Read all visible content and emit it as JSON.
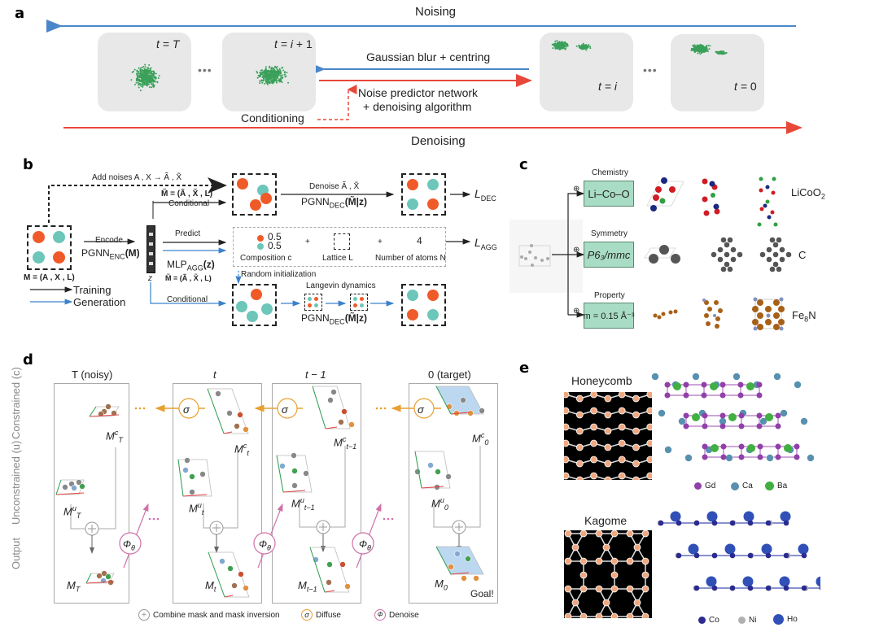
{
  "panels": {
    "a": {
      "label": "a",
      "noising": "Noising",
      "denoising": "Denoising",
      "states": [
        {
          "t_prefix": "t = ",
          "t_var": "T",
          "t_suffix": ""
        },
        {
          "t_prefix": "t = ",
          "t_var": "i",
          "t_suffix": " + 1"
        },
        {
          "t_prefix": "t = ",
          "t_var": "i",
          "t_suffix": ""
        },
        {
          "t_prefix": "t = ",
          "t_var": "",
          "t_suffix": "0"
        }
      ],
      "ellipsis": "•••",
      "gaussian": "Gaussian blur + centring",
      "noise_predictor_1": "Noise predictor network",
      "noise_predictor_2": "+ denoising algorithm",
      "conditioning": "Conditioning",
      "colors": {
        "noising": "#4a86c8",
        "denoising": "#e8483a",
        "points": "#3aa05a",
        "box": "#e8e8e8"
      }
    },
    "b": {
      "label": "b",
      "add_noises": "Add noises A , X → Ã , X̃",
      "m_tilde_top": "M̃ = (Ã , X̃ , L)",
      "conditional_top": "Conditional",
      "denoise": "Denoise Ã , X̃",
      "pgnn_dec_top": "PGNN",
      "pgnn_dec_sub": "DEC",
      "pgnn_dec_arg": "(M̃|z)",
      "l_dec": "L",
      "l_dec_sub": "DEC",
      "encode": "Encode",
      "pgnn_enc": "PGNN",
      "pgnn_enc_sub": "ENC",
      "pgnn_enc_arg": "(M)",
      "m_def": "M = (A , X , L)",
      "z": "z",
      "predict": "Predict",
      "mlp": "MLP",
      "mlp_sub": "AGG",
      "mlp_arg": "(z)",
      "m_tilde_mid": "M̃ = (Ã , X̃ , L)",
      "comp_val_1": "0.5",
      "comp_val_2": "0.5",
      "plus": "+",
      "num_atoms_val": "4",
      "composition": "Composition c",
      "lattice": "Lattice L",
      "num_atoms": "Number of atoms N",
      "l_agg": "L",
      "l_agg_sub": "AGG",
      "random_init": "Random initialization",
      "langevin": "Langevin dynamics",
      "conditional_bottom": "Conditional",
      "pgnn_dec_bottom": "PGNN",
      "legend_training": "Training",
      "legend_generation": "Generation",
      "colors": {
        "orange": "#ef5a28",
        "teal": "#6cc6b9",
        "training": "#222222",
        "generation": "#3a82cc"
      }
    },
    "c": {
      "label": "c",
      "rows": [
        {
          "category": "Chemistry",
          "condition": "Li–Co–O",
          "result": "LiCoO",
          "result_sub": "2"
        },
        {
          "category": "Symmetry",
          "condition": "P6₃/mmc",
          "result": "C",
          "result_sub": ""
        },
        {
          "category": "Property",
          "condition": "m = 0.15 Å⁻³",
          "result": "Fe",
          "result_sub": "8",
          "result_tail": "N"
        }
      ],
      "plus_icon": "⊕",
      "colors": {
        "box": "#a8dcc4"
      }
    },
    "d": {
      "label": "d",
      "columns": [
        {
          "title": "T (noisy)",
          "mc": "M",
          "mc_sup": "c",
          "mc_sub": "T",
          "mu": "M",
          "mu_sup": "u",
          "mu_sub": "T",
          "m": "M",
          "m_sub": "T"
        },
        {
          "title": "t",
          "mc": "M",
          "mc_sup": "c",
          "mc_sub": "t",
          "mu": "M",
          "mu_sup": "u",
          "mu_sub": "t",
          "m": "M",
          "m_sub": "t"
        },
        {
          "title": "t − 1",
          "mc": "M",
          "mc_sup": "c",
          "mc_sub": "t−1",
          "mu": "M",
          "mu_sup": "u",
          "mu_sub": "t−1",
          "m": "M",
          "m_sub": "t−1"
        },
        {
          "title": "0 (target)",
          "mc": "M",
          "mc_sup": "c",
          "mc_sub": "0",
          "mu": "M",
          "mu_sup": "u",
          "mu_sub": "0",
          "m": "M",
          "m_sub": "0"
        }
      ],
      "row_labels": [
        "Constrained (c)",
        "Unconstrained (u)",
        "Output"
      ],
      "sigma": "σ",
      "phi": "Φ",
      "phi_sub": "θ",
      "goal": "Goal!",
      "ellipsis": "•••",
      "legend": {
        "combine": "Combine mask and mask inversion",
        "diffuse": "Diffuse",
        "denoise": "Denoise"
      },
      "colors": {
        "diffuse": "#e8a030",
        "denoise": "#d070a8"
      }
    },
    "e": {
      "label": "e",
      "honeycomb": "Honeycomb",
      "kagome": "Kagome",
      "honeycomb_legend": [
        {
          "name": "Gd",
          "color": "#9040a8"
        },
        {
          "name": "Ca",
          "color": "#5890b0"
        },
        {
          "name": "Ba",
          "color": "#40b040"
        }
      ],
      "kagome_legend": [
        {
          "name": "Co",
          "color": "#2a2a90"
        },
        {
          "name": "Ni",
          "color": "#b0b0b0"
        },
        {
          "name": "Ho",
          "color": "#3050b8"
        }
      ],
      "colors": {
        "node": "#f0a880",
        "lattice_bg": "#000000"
      }
    }
  }
}
